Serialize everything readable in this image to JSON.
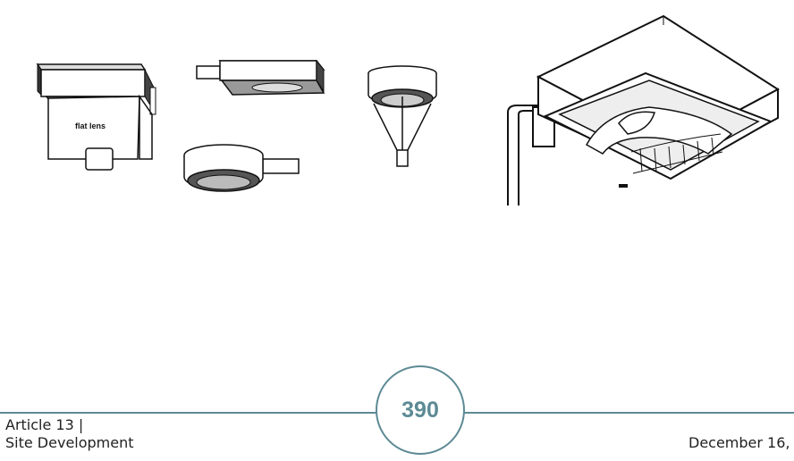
{
  "figures": {
    "fixture1_label": "flat lens",
    "icons": [
      "cutoff-fixture-flat-lens-icon",
      "shoebox-fixture-icon",
      "round-fixture-icon",
      "pendant-fixture-icon",
      "wall-pack-fixture-icon"
    ]
  },
  "footer": {
    "article": "Article 13 |",
    "section": "Site Development",
    "page_number": "390",
    "date": "December 16,"
  },
  "colors": {
    "accent": "#5d8a94",
    "text": "#222222"
  }
}
